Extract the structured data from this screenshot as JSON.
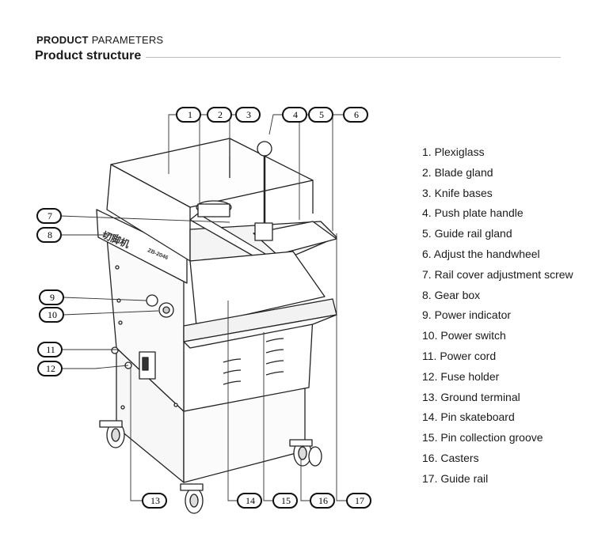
{
  "header": {
    "section_bold": "PRODUCT",
    "section_light": "PARAMETERS",
    "title": "Product structure"
  },
  "machine_label": {
    "brand_text": "切脚机",
    "model_text": "ZB-2046"
  },
  "callouts": [
    "1",
    "2",
    "3",
    "4",
    "5",
    "6",
    "7",
    "8",
    "9",
    "10",
    "11",
    "12",
    "13",
    "14",
    "15",
    "16",
    "17"
  ],
  "legend": [
    "1. Plexiglass",
    "2. Blade gland",
    "3. Knife bases",
    "4. Push plate handle",
    "5. Guide rail gland",
    "6. Adjust the handwheel",
    "7. Rail cover adjustment screw",
    "8. Gear box",
    "9. Power indicator",
    "10. Power switch",
    "11. Power cord",
    "12. Fuse holder",
    "13. Ground terminal",
    "14. Pin skateboard",
    "15. Pin collection groove",
    "16. Casters",
    "17. Guide rail"
  ]
}
